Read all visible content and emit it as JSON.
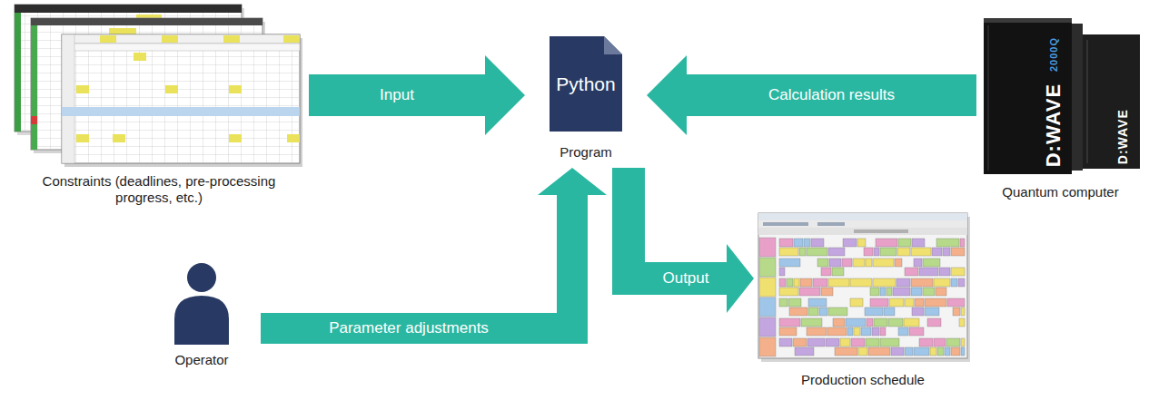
{
  "diagram": {
    "nodes": [
      {
        "text": [
          "Constraints (deadlines, pre-processing progress, etc.)"
        ]
      },
      {
        "text": [
          "Python",
          "Program"
        ]
      },
      {
        "text": [
          "Quantum computer"
        ]
      },
      {
        "text": [
          "Operator"
        ]
      },
      {
        "text": [
          "Production schedule"
        ]
      }
    ],
    "edges": [
      {
        "from": 0,
        "to": 1,
        "arrow": "to",
        "label": "Input"
      },
      {
        "from": 2,
        "to": 1,
        "arrow": "to",
        "label": "Calculation results"
      },
      {
        "from": 3,
        "to": 1,
        "arrow": "to",
        "label": "Parameter adjustments"
      },
      {
        "from": 1,
        "to": 4,
        "arrow": "to",
        "label": "Output"
      }
    ],
    "labels": [
      "D:WAVE",
      "2000Q",
      "D:WAVE"
    ]
  }
}
